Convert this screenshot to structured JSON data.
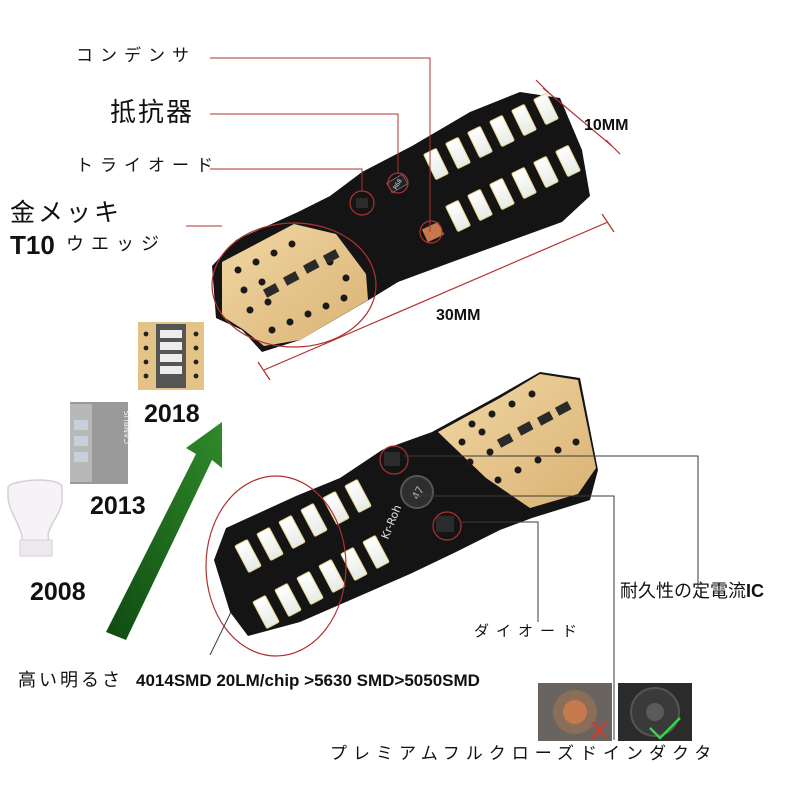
{
  "labels": {
    "capacitor": "コンデンサ",
    "resistor": "抵抗器",
    "triode": "トライオード",
    "gold_plating": "金メッキ",
    "t10": "T10",
    "wedge": "ウエッジ",
    "width": "10MM",
    "length": "30MM",
    "durable_prefix": "耐久性の定電流",
    "durable_ic": "IC",
    "diode": "ダイオード",
    "brightness_jp": "高い明るさ",
    "brightness_spec": "4014SMD 20LM/chip >5630 SMD>5050SMD",
    "inductor": "プレミアムフルクローズドインダクタ"
  },
  "years": {
    "y2008": "2008",
    "y2013": "2013",
    "y2018": "2018"
  },
  "pcb_marks": {
    "resistor_code": "R68",
    "ic_code": "47",
    "brand_silk": "Kr-Roh",
    "canbus": "CANBUS"
  },
  "colors": {
    "leader_line": "#b03030",
    "pcb_black": "#141414",
    "gold_pad": "#e8c88c",
    "led_white": "#f7f9f6",
    "led_yellow_edge": "#e9d48a",
    "arrow_green": "#1f6b1f"
  }
}
